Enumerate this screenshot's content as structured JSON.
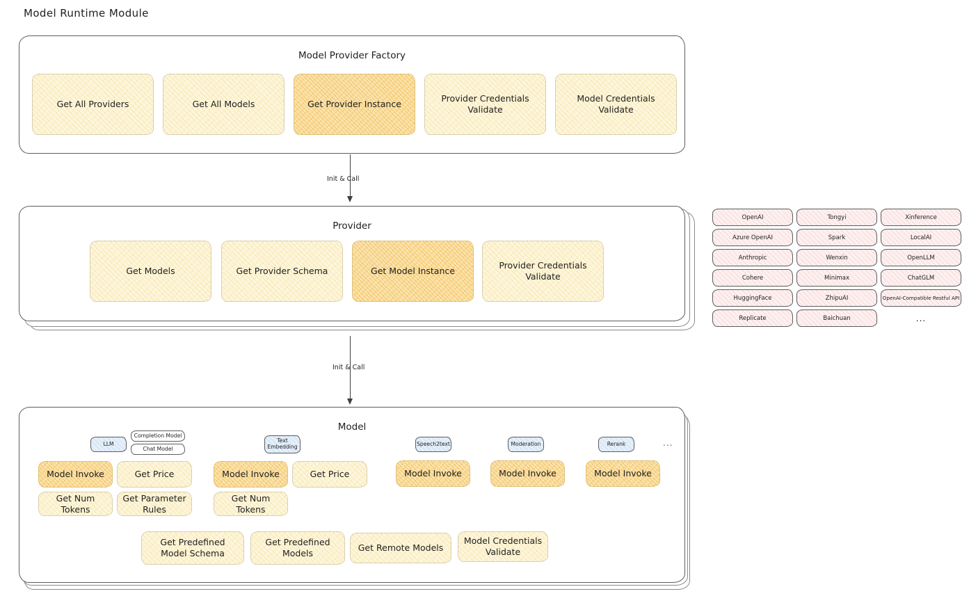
{
  "page": {
    "title": "Model Runtime Module"
  },
  "factory": {
    "title": "Model Provider Factory",
    "items": [
      {
        "label": "Get All Providers",
        "highlighted": false
      },
      {
        "label": "Get All Models",
        "highlighted": false
      },
      {
        "label": "Get Provider Instance",
        "highlighted": true
      },
      {
        "label": "Provider Credentials Validate",
        "highlighted": false
      },
      {
        "label": "Model Credentials Validate",
        "highlighted": false
      }
    ]
  },
  "arrows": [
    {
      "label": "Init & Call"
    },
    {
      "label": "Init & Call"
    }
  ],
  "provider": {
    "title": "Provider",
    "items": [
      {
        "label": "Get Models",
        "highlighted": false
      },
      {
        "label": "Get Provider Schema",
        "highlighted": false
      },
      {
        "label": "Get Model Instance",
        "highlighted": true
      },
      {
        "label": "Provider Credentials Validate",
        "highlighted": false
      }
    ]
  },
  "provider_list": {
    "columns": [
      {
        "items": [
          "OpenAI",
          "Azure OpenAI",
          "Anthropic",
          "Cohere",
          "HuggingFace",
          "Replicate"
        ]
      },
      {
        "items": [
          "Tongyi",
          "Spark",
          "Wenxin",
          "Minimax",
          "ZhipuAI",
          "Baichuan"
        ]
      },
      {
        "items": [
          "Xinference",
          "LocalAI",
          "OpenLLM",
          "ChatGLM",
          "OpenAI-Compatible Restful API"
        ]
      }
    ],
    "more": "..."
  },
  "model": {
    "title": "Model",
    "more": "...",
    "types": [
      {
        "badge": "LLM",
        "sub_badges": [
          "Completion Model",
          "Chat Model"
        ],
        "methods": [
          {
            "label": "Model Invoke",
            "highlighted": true
          },
          {
            "label": "Get Price",
            "highlighted": false
          },
          {
            "label": "Get Num Tokens",
            "highlighted": false
          },
          {
            "label": "Get Parameter Rules",
            "highlighted": false
          }
        ]
      },
      {
        "badge": "Text Embedding",
        "sub_badges": [],
        "methods": [
          {
            "label": "Model Invoke",
            "highlighted": true
          },
          {
            "label": "Get Price",
            "highlighted": false
          },
          {
            "label": "Get Num Tokens",
            "highlighted": false
          }
        ]
      },
      {
        "badge": "Speech2text",
        "sub_badges": [],
        "methods": [
          {
            "label": "Model Invoke",
            "highlighted": true
          }
        ]
      },
      {
        "badge": "Moderation",
        "sub_badges": [],
        "methods": [
          {
            "label": "Model Invoke",
            "highlighted": true
          }
        ]
      },
      {
        "badge": "Rerank",
        "sub_badges": [],
        "methods": [
          {
            "label": "Model Invoke",
            "highlighted": true
          }
        ]
      }
    ],
    "common_methods": [
      {
        "label": "Get Predefined Model Schema"
      },
      {
        "label": "Get Predefined Models"
      },
      {
        "label": "Get Remote Models"
      },
      {
        "label": "Model Credentials Validate"
      }
    ]
  },
  "colors": {
    "chip_fill": "#fdf6dd",
    "chip_fill_highlight": "#fbe3ae",
    "provider_fill": "#fdf0f0",
    "badge_blue": "#e5effa",
    "stroke": "#5c5c5c",
    "text": "#1e1e1e"
  }
}
